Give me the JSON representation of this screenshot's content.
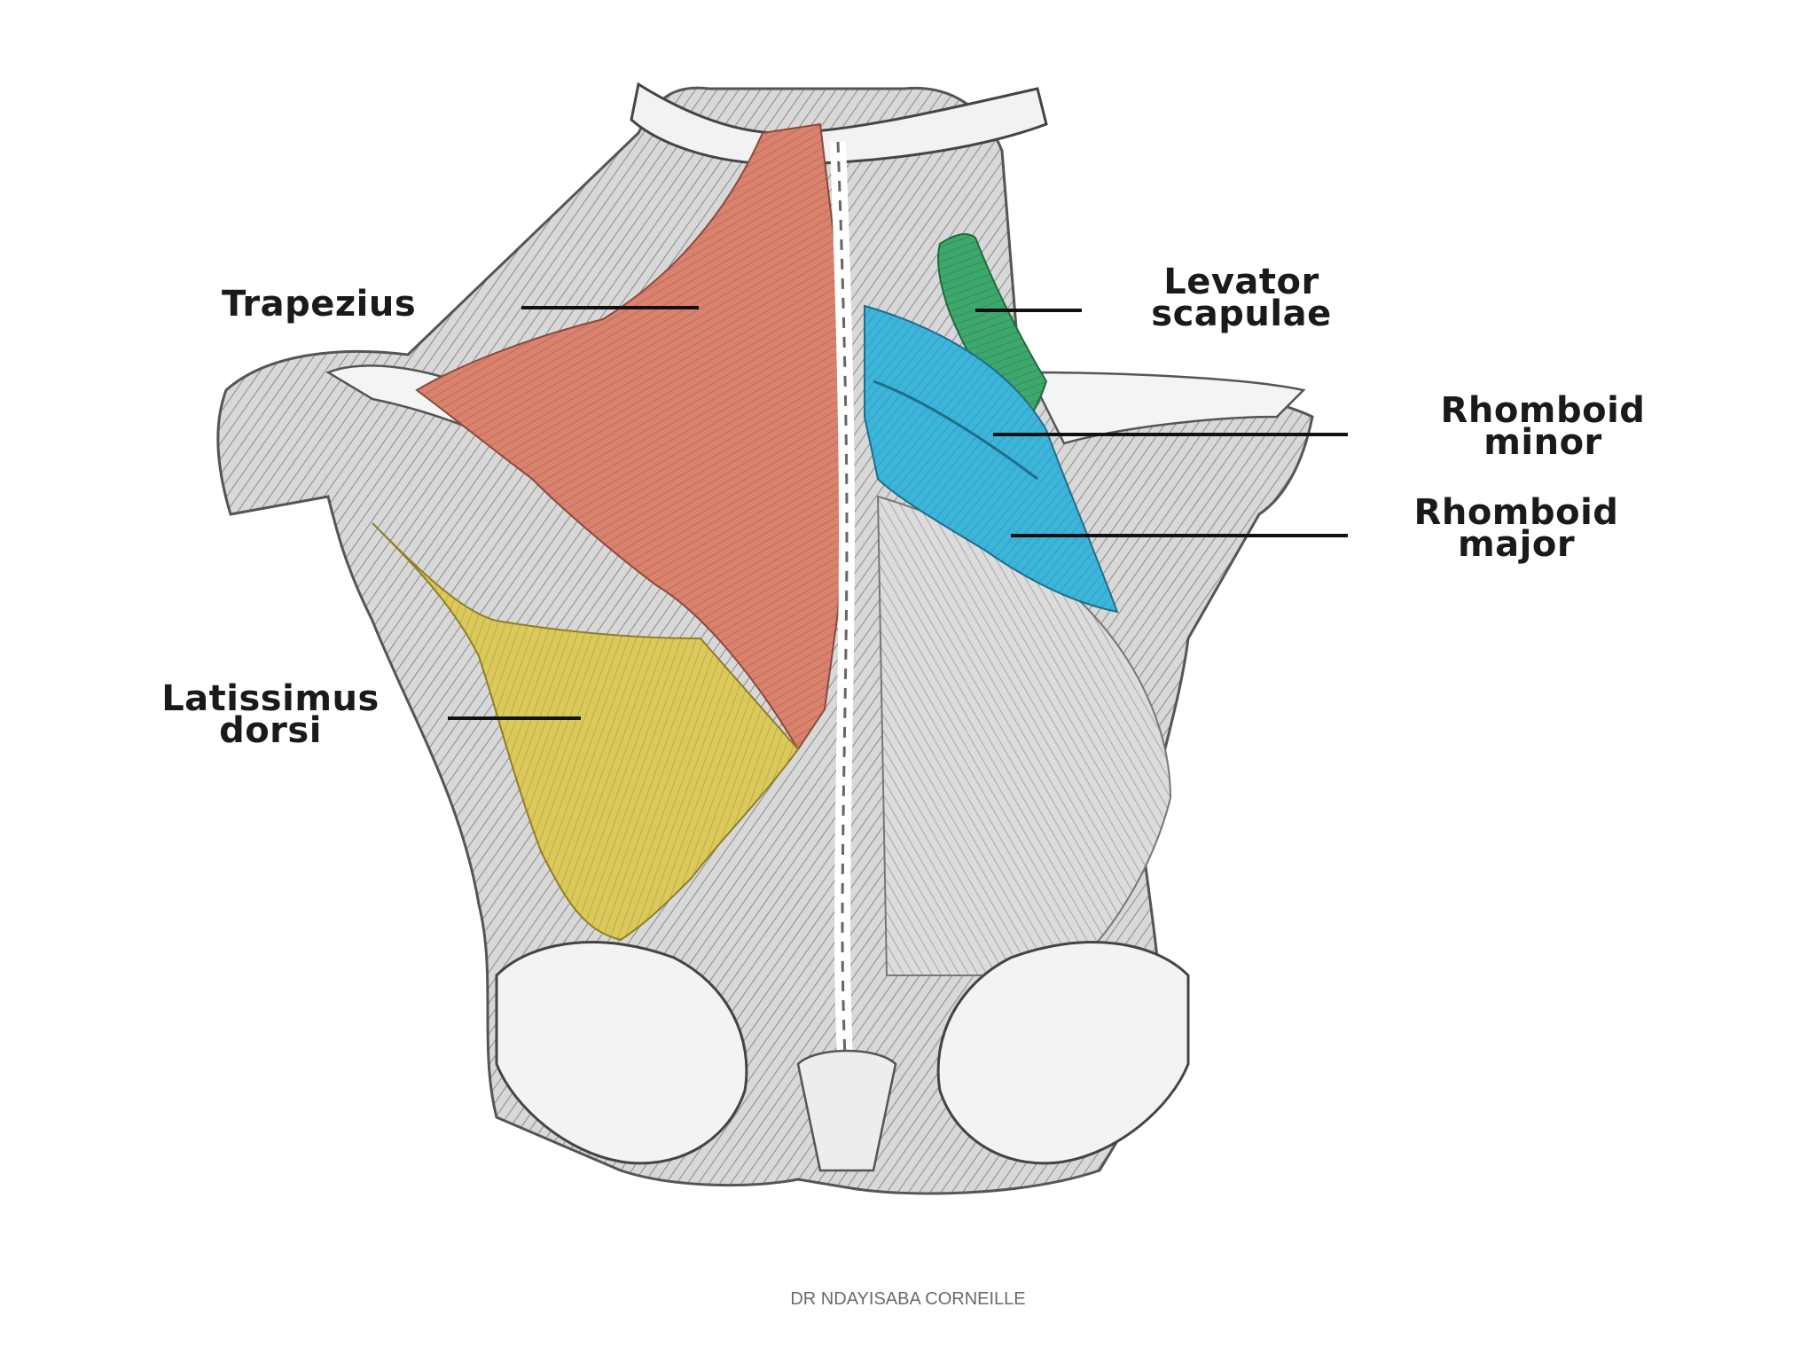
{
  "labels": {
    "trapezius": "Trapezius",
    "levator_line1": "Levator",
    "levator_line2": "scapulae",
    "rhomboid_minor_line1": "Rhomboid",
    "rhomboid_minor_line2": "minor",
    "rhomboid_major_line1": "Rhomboid",
    "rhomboid_major_line2": "major",
    "latissimus_line1": "Latissimus",
    "latissimus_line2": "dorsi"
  },
  "footer": "DR NDAYISABA CORNEILLE",
  "colors": {
    "trapezius": "#d9826e",
    "levator_scapulae": "#3aa36a",
    "rhomboids": "#3cb2d8",
    "latissimus_dorsi": "#d9c85a",
    "bone_muscle_gray": "#c9c9c9"
  }
}
